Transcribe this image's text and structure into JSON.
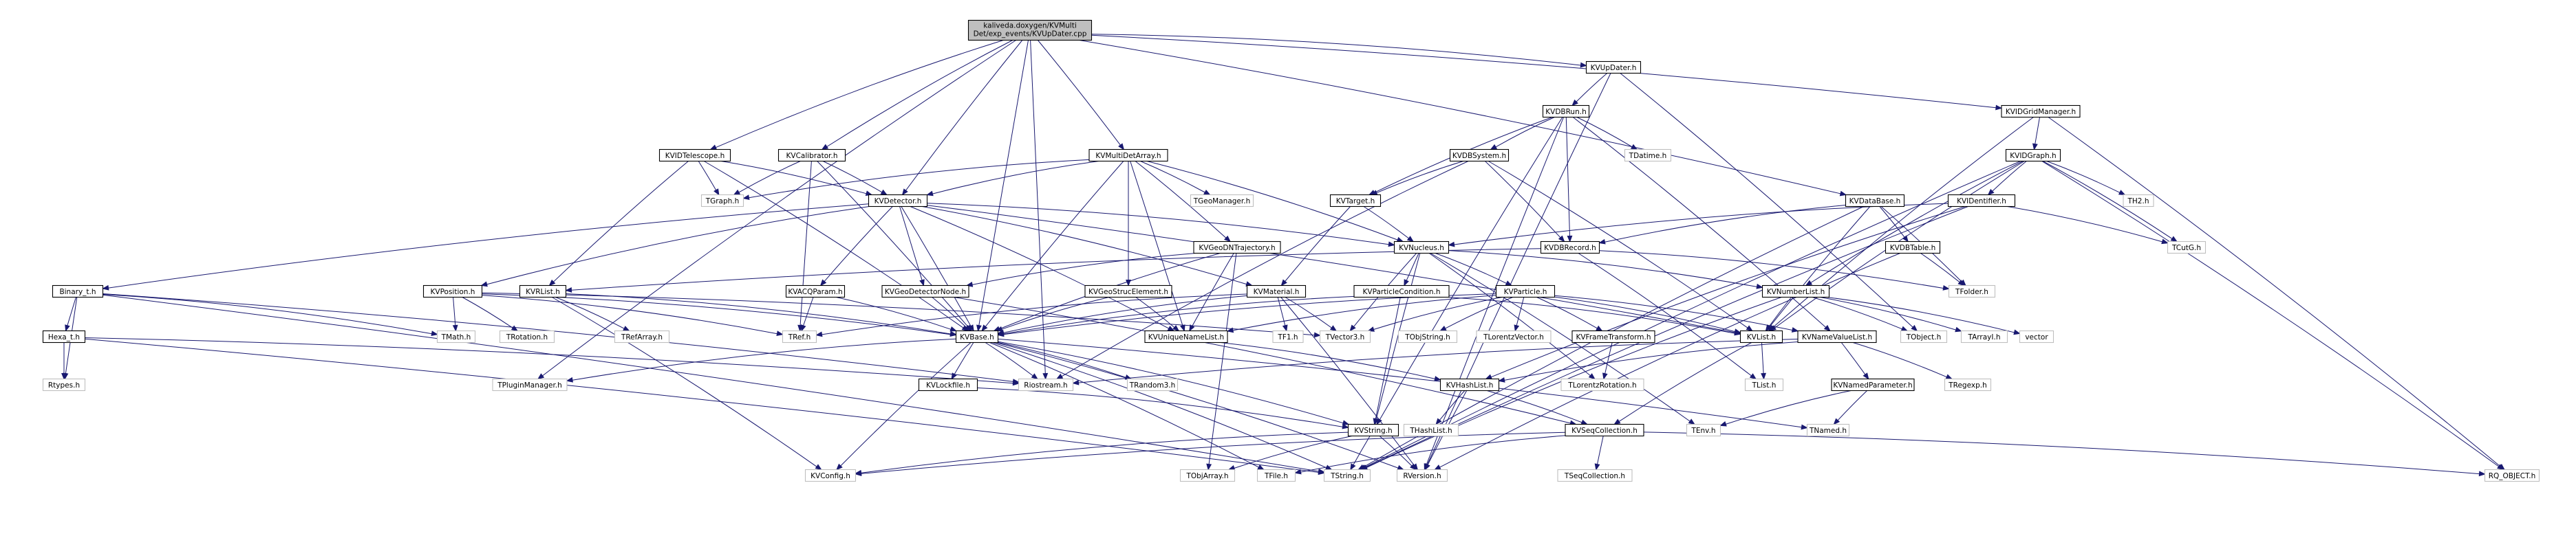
{
  "colors": {
    "edge": "#191970",
    "root_fill": "#bfbfbf",
    "external_border": "#bfbfbf",
    "local_border": "#000000"
  },
  "nodes": [
    {
      "id": "root",
      "kind": "root",
      "lines": [
        "kaliveda.doxygen/KVMulti",
        "Det/exp_events/KVUpDater.cpp"
      ]
    },
    {
      "id": "KVUpDater",
      "kind": "local",
      "lines": [
        "KVUpDater.h"
      ]
    },
    {
      "id": "KVIDGridManager",
      "kind": "local",
      "lines": [
        "KVIDGridManager.h"
      ]
    },
    {
      "id": "KVDBRun",
      "kind": "local",
      "lines": [
        "KVDBRun.h"
      ]
    },
    {
      "id": "KVIDGraph",
      "kind": "local",
      "lines": [
        "KVIDGraph.h"
      ]
    },
    {
      "id": "KVIDTelescope",
      "kind": "local",
      "lines": [
        "KVIDTelescope.h"
      ]
    },
    {
      "id": "KVCalibrator",
      "kind": "local",
      "lines": [
        "KVCalibrator.h"
      ]
    },
    {
      "id": "KVMultiDetArray",
      "kind": "local",
      "lines": [
        "KVMultiDetArray.h"
      ]
    },
    {
      "id": "KVDBSystem",
      "kind": "local",
      "lines": [
        "KVDBSystem.h"
      ]
    },
    {
      "id": "TDatime",
      "kind": "ext",
      "lines": [
        "TDatime.h"
      ]
    },
    {
      "id": "TGraph",
      "kind": "ext",
      "lines": [
        "TGraph.h"
      ]
    },
    {
      "id": "KVDetector",
      "kind": "local",
      "lines": [
        "KVDetector.h"
      ]
    },
    {
      "id": "TGeoManager",
      "kind": "ext",
      "lines": [
        "TGeoManager.h"
      ]
    },
    {
      "id": "KVTarget",
      "kind": "local",
      "lines": [
        "KVTarget.h"
      ]
    },
    {
      "id": "KVDataBase",
      "kind": "local",
      "lines": [
        "KVDataBase.h"
      ]
    },
    {
      "id": "KVIDentifier",
      "kind": "local",
      "lines": [
        "KVIDentifier.h"
      ]
    },
    {
      "id": "TH2",
      "kind": "ext",
      "lines": [
        "TH2.h"
      ]
    },
    {
      "id": "KVNucleus",
      "kind": "local",
      "lines": [
        "KVNucleus.h"
      ]
    },
    {
      "id": "KVGeoDNTrajectory",
      "kind": "local",
      "lines": [
        "KVGeoDNTrajectory.h"
      ]
    },
    {
      "id": "KVDBTable",
      "kind": "local",
      "lines": [
        "KVDBTable.h"
      ]
    },
    {
      "id": "KVDBRecord",
      "kind": "local",
      "lines": [
        "KVDBRecord.h"
      ]
    },
    {
      "id": "TCutG",
      "kind": "ext",
      "lines": [
        "TCutG.h"
      ]
    },
    {
      "id": "Binary_t",
      "kind": "local",
      "lines": [
        "Binary_t.h"
      ]
    },
    {
      "id": "KVPosition",
      "kind": "local",
      "lines": [
        "KVPosition.h"
      ]
    },
    {
      "id": "KVRList",
      "kind": "local",
      "lines": [
        "KVRList.h"
      ]
    },
    {
      "id": "KVACQParam",
      "kind": "local",
      "lines": [
        "KVACQParam.h"
      ]
    },
    {
      "id": "KVGeoDetectorNode",
      "kind": "local",
      "lines": [
        "KVGeoDetectorNode.h"
      ]
    },
    {
      "id": "KVGeoStrucElement",
      "kind": "local",
      "lines": [
        "KVGeoStrucElement.h"
      ]
    },
    {
      "id": "KVMaterial",
      "kind": "local",
      "lines": [
        "KVMaterial.h"
      ]
    },
    {
      "id": "KVParticleCondition",
      "kind": "local",
      "lines": [
        "KVParticleCondition.h"
      ]
    },
    {
      "id": "KVParticle",
      "kind": "local",
      "lines": [
        "KVParticle.h"
      ]
    },
    {
      "id": "TFolder",
      "kind": "ext",
      "lines": [
        "TFolder.h"
      ]
    },
    {
      "id": "KVNumberList",
      "kind": "local",
      "lines": [
        "KVNumberList.h"
      ]
    },
    {
      "id": "Hexa_t",
      "kind": "local",
      "lines": [
        "Hexa_t.h"
      ]
    },
    {
      "id": "TMath",
      "kind": "ext",
      "lines": [
        "TMath.h"
      ]
    },
    {
      "id": "TRotation",
      "kind": "ext",
      "lines": [
        "TRotation.h"
      ]
    },
    {
      "id": "TRefArray",
      "kind": "ext",
      "lines": [
        "TRefArray.h"
      ]
    },
    {
      "id": "KVBase",
      "kind": "local",
      "lines": [
        "KVBase.h"
      ]
    },
    {
      "id": "TRef",
      "kind": "ext",
      "lines": [
        "TRef.h"
      ]
    },
    {
      "id": "KVUniqueNameList",
      "kind": "local",
      "lines": [
        "KVUniqueNameList.h"
      ]
    },
    {
      "id": "TF1",
      "kind": "ext",
      "lines": [
        "TF1.h"
      ]
    },
    {
      "id": "TVector3",
      "kind": "ext",
      "lines": [
        "TVector3.h"
      ]
    },
    {
      "id": "TObjString",
      "kind": "ext",
      "lines": [
        "TObjString.h"
      ]
    },
    {
      "id": "TLorentzVector",
      "kind": "ext",
      "lines": [
        "TLorentzVector.h"
      ]
    },
    {
      "id": "KVFrameTransform",
      "kind": "local",
      "lines": [
        "KVFrameTransform.h"
      ]
    },
    {
      "id": "KVList",
      "kind": "local",
      "lines": [
        "KVList.h"
      ]
    },
    {
      "id": "KVNameValueList",
      "kind": "local",
      "lines": [
        "KVNameValueList.h"
      ]
    },
    {
      "id": "TObject",
      "kind": "ext",
      "lines": [
        "TObject.h"
      ]
    },
    {
      "id": "TArrayI",
      "kind": "ext",
      "lines": [
        "TArrayI.h"
      ]
    },
    {
      "id": "vector",
      "kind": "ext",
      "lines": [
        "vector"
      ]
    },
    {
      "id": "Rtypes",
      "kind": "ext",
      "lines": [
        "Rtypes.h"
      ]
    },
    {
      "id": "TPluginManager",
      "kind": "ext",
      "lines": [
        "TPluginManager.h"
      ]
    },
    {
      "id": "KVLockfile",
      "kind": "local",
      "lines": [
        "KVLockfile.h"
      ]
    },
    {
      "id": "Riostream",
      "kind": "ext",
      "lines": [
        "Riostream.h"
      ]
    },
    {
      "id": "TRandom3",
      "kind": "ext",
      "lines": [
        "TRandom3.h"
      ]
    },
    {
      "id": "KVHashList",
      "kind": "local",
      "lines": [
        "KVHashList.h"
      ]
    },
    {
      "id": "TLorentzRotation",
      "kind": "ext",
      "lines": [
        "TLorentzRotation.h"
      ]
    },
    {
      "id": "TList",
      "kind": "ext",
      "lines": [
        "TList.h"
      ]
    },
    {
      "id": "KVNamedParameter",
      "kind": "local",
      "lines": [
        "KVNamedParameter.h"
      ]
    },
    {
      "id": "TRegexp",
      "kind": "ext",
      "lines": [
        "TRegexp.h"
      ]
    },
    {
      "id": "KVString",
      "kind": "local",
      "lines": [
        "KVString.h"
      ]
    },
    {
      "id": "THashList",
      "kind": "ext",
      "lines": [
        "THashList.h"
      ]
    },
    {
      "id": "KVSeqCollection",
      "kind": "local",
      "lines": [
        "KVSeqCollection.h"
      ]
    },
    {
      "id": "TEnv",
      "kind": "ext",
      "lines": [
        "TEnv.h"
      ]
    },
    {
      "id": "TNamed",
      "kind": "ext",
      "lines": [
        "TNamed.h"
      ]
    },
    {
      "id": "KVConfig",
      "kind": "ext",
      "lines": [
        "KVConfig.h"
      ]
    },
    {
      "id": "TObjArray",
      "kind": "ext",
      "lines": [
        "TObjArray.h"
      ]
    },
    {
      "id": "TFile",
      "kind": "ext",
      "lines": [
        "TFile.h"
      ]
    },
    {
      "id": "TString",
      "kind": "ext",
      "lines": [
        "TString.h"
      ]
    },
    {
      "id": "RVersion",
      "kind": "ext",
      "lines": [
        "RVersion.h"
      ]
    },
    {
      "id": "TSeqCollection",
      "kind": "ext",
      "lines": [
        "TSeqCollection.h"
      ]
    },
    {
      "id": "RQ_OBJECT",
      "kind": "ext",
      "lines": [
        "RQ_OBJECT.h"
      ]
    }
  ],
  "edges": [
    [
      "root",
      "KVUpDater"
    ],
    [
      "root",
      "KVIDGridManager"
    ],
    [
      "root",
      "KVIDTelescope"
    ],
    [
      "root",
      "KVCalibrator"
    ],
    [
      "root",
      "KVMultiDetArray"
    ],
    [
      "root",
      "KVDetector"
    ],
    [
      "root",
      "KVDataBase"
    ],
    [
      "root",
      "KVBase"
    ],
    [
      "root",
      "TPluginManager"
    ],
    [
      "root",
      "Riostream"
    ],
    [
      "KVUpDater",
      "KVDBRun"
    ],
    [
      "KVUpDater",
      "TObject"
    ],
    [
      "KVUpDater",
      "RVersion"
    ],
    [
      "KVDBRun",
      "KVDBSystem"
    ],
    [
      "KVDBRun",
      "TDatime"
    ],
    [
      "KVDBRun",
      "KVDBRecord"
    ],
    [
      "KVDBRun",
      "KVTarget"
    ],
    [
      "KVDBRun",
      "KVNameValueList"
    ],
    [
      "KVDBRun",
      "KVString"
    ],
    [
      "KVDBRun",
      "RVersion"
    ],
    [
      "KVIDGridManager",
      "KVIDGraph"
    ],
    [
      "KVIDGridManager",
      "KVList"
    ],
    [
      "KVIDGridManager",
      "RQ_OBJECT"
    ],
    [
      "KVIDGraph",
      "KVIDentifier"
    ],
    [
      "KVIDGraph",
      "TH2"
    ],
    [
      "KVIDGraph",
      "TCutG"
    ],
    [
      "KVIDGraph",
      "KVNumberList"
    ],
    [
      "KVIDGraph",
      "KVList"
    ],
    [
      "KVIDGraph",
      "TString"
    ],
    [
      "KVIDGraph",
      "RQ_OBJECT"
    ],
    [
      "KVIDTelescope",
      "TGraph"
    ],
    [
      "KVIDTelescope",
      "KVDetector"
    ],
    [
      "KVIDTelescope",
      "KVRList"
    ],
    [
      "KVIDTelescope",
      "KVBase"
    ],
    [
      "KVCalibrator",
      "TGraph"
    ],
    [
      "KVCalibrator",
      "KVDetector"
    ],
    [
      "KVCalibrator",
      "KVBase"
    ],
    [
      "KVCalibrator",
      "TRef"
    ],
    [
      "KVMultiDetArray",
      "TGraph"
    ],
    [
      "KVMultiDetArray",
      "KVDetector"
    ],
    [
      "KVMultiDetArray",
      "TGeoManager"
    ],
    [
      "KVMultiDetArray",
      "KVGeoDNTrajectory"
    ],
    [
      "KVMultiDetArray",
      "KVGeoStrucElement"
    ],
    [
      "KVMultiDetArray",
      "KVNucleus"
    ],
    [
      "KVMultiDetArray",
      "KVUniqueNameList"
    ],
    [
      "KVMultiDetArray",
      "KVBase"
    ],
    [
      "KVDBSystem",
      "KVTarget"
    ],
    [
      "KVDBSystem",
      "KVDBRecord"
    ],
    [
      "KVDBSystem",
      "KVList"
    ],
    [
      "KVDBSystem",
      "Riostream"
    ],
    [
      "KVDetector",
      "Binary_t"
    ],
    [
      "KVDetector",
      "KVPosition"
    ],
    [
      "KVDetector",
      "KVACQParam"
    ],
    [
      "KVDetector",
      "KVGeoDetectorNode"
    ],
    [
      "KVDetector",
      "KVMaterial"
    ],
    [
      "KVDetector",
      "KVNucleus"
    ],
    [
      "KVDetector",
      "KVList"
    ],
    [
      "KVDetector",
      "KVUniqueNameList"
    ],
    [
      "KVDetector",
      "KVBase"
    ],
    [
      "KVTarget",
      "KVNucleus"
    ],
    [
      "KVTarget",
      "KVMaterial"
    ],
    [
      "KVDataBase",
      "KVDBRecord"
    ],
    [
      "KVDataBase",
      "KVDBTable"
    ],
    [
      "KVDataBase",
      "TFolder"
    ],
    [
      "KVDataBase",
      "KVList"
    ],
    [
      "KVDataBase",
      "TString"
    ],
    [
      "KVIDentifier",
      "KVNucleus"
    ],
    [
      "KVIDentifier",
      "TCutG"
    ],
    [
      "KVIDentifier",
      "KVHashList"
    ],
    [
      "KVIDentifier",
      "TString"
    ],
    [
      "KVNucleus",
      "KVParticle"
    ],
    [
      "KVNucleus",
      "KVNumberList"
    ],
    [
      "KVNucleus",
      "KVParticleCondition"
    ],
    [
      "KVNucleus",
      "TVector3"
    ],
    [
      "KVNucleus",
      "TLorentzRotation"
    ],
    [
      "KVNucleus",
      "TEnv"
    ],
    [
      "KVNucleus",
      "KVString"
    ],
    [
      "KVGeoDNTrajectory",
      "KVGeoDetectorNode"
    ],
    [
      "KVGeoDNTrajectory",
      "KVBase"
    ],
    [
      "KVGeoDNTrajectory",
      "KVUniqueNameList"
    ],
    [
      "KVGeoDNTrajectory",
      "TObjArray"
    ],
    [
      "KVDBTable",
      "TFolder"
    ],
    [
      "KVDBTable",
      "RVersion"
    ],
    [
      "KVDBRecord",
      "KVRList"
    ],
    [
      "KVDBRecord",
      "TFolder"
    ],
    [
      "KVDBRecord",
      "TList"
    ],
    [
      "Binary_t",
      "Hexa_t"
    ],
    [
      "Binary_t",
      "TMath"
    ],
    [
      "Binary_t",
      "Rtypes"
    ],
    [
      "Binary_t",
      "Riostream"
    ],
    [
      "Binary_t",
      "TString"
    ],
    [
      "KVPosition",
      "KVBase"
    ],
    [
      "KVPosition",
      "TVector3"
    ],
    [
      "KVPosition",
      "TRotation"
    ],
    [
      "KVPosition",
      "TMath"
    ],
    [
      "KVPosition",
      "TRef"
    ],
    [
      "KVRList",
      "TRefArray"
    ],
    [
      "KVRList",
      "KVBase"
    ],
    [
      "KVRList",
      "KVConfig"
    ],
    [
      "KVACQParam",
      "KVBase"
    ],
    [
      "KVACQParam",
      "TRef"
    ],
    [
      "KVGeoDetectorNode",
      "KVBase"
    ],
    [
      "KVGeoDetectorNode",
      "KVSeqCollection"
    ],
    [
      "KVGeoStrucElement",
      "KVBase"
    ],
    [
      "KVGeoStrucElement",
      "KVUniqueNameList"
    ],
    [
      "KVMaterial",
      "KVBase"
    ],
    [
      "KVMaterial",
      "TVector3"
    ],
    [
      "KVMaterial",
      "TF1"
    ],
    [
      "KVMaterial",
      "RVersion"
    ],
    [
      "KVMaterial",
      "TRef"
    ],
    [
      "KVParticleCondition",
      "KVBase"
    ],
    [
      "KVParticleCondition",
      "KVString"
    ],
    [
      "KVParticleCondition",
      "KVList"
    ],
    [
      "KVParticle",
      "KVBase"
    ],
    [
      "KVParticle",
      "TVector3"
    ],
    [
      "KVParticle",
      "TObjString"
    ],
    [
      "KVParticle",
      "TLorentzVector"
    ],
    [
      "KVParticle",
      "KVFrameTransform"
    ],
    [
      "KVParticle",
      "KVList"
    ],
    [
      "KVParticle",
      "KVNameValueList"
    ],
    [
      "KVParticle",
      "KVUniqueNameList"
    ],
    [
      "KVNumberList",
      "TObject"
    ],
    [
      "KVNumberList",
      "TArrayI"
    ],
    [
      "KVNumberList",
      "vector"
    ],
    [
      "KVNumberList",
      "TString"
    ],
    [
      "KVNumberList",
      "KVList"
    ],
    [
      "Hexa_t",
      "Rtypes"
    ],
    [
      "Hexa_t",
      "Riostream"
    ],
    [
      "Hexa_t",
      "TString"
    ],
    [
      "KVBase",
      "TPluginManager"
    ],
    [
      "KVBase",
      "KVLockfile"
    ],
    [
      "KVBase",
      "Riostream"
    ],
    [
      "KVBase",
      "TRandom3"
    ],
    [
      "KVBase",
      "KVString"
    ],
    [
      "KVBase",
      "TNamed"
    ],
    [
      "KVBase",
      "KVConfig"
    ],
    [
      "KVBase",
      "TFile"
    ],
    [
      "KVBase",
      "TString"
    ],
    [
      "KVBase",
      "RVersion"
    ],
    [
      "KVUniqueNameList",
      "KVHashList"
    ],
    [
      "KVFrameTransform",
      "TLorentzRotation"
    ],
    [
      "KVList",
      "KVSeqCollection"
    ],
    [
      "KVList",
      "TList"
    ],
    [
      "KVNameValueList",
      "KVHashList"
    ],
    [
      "KVNameValueList",
      "KVNamedParameter"
    ],
    [
      "KVNameValueList",
      "TRegexp"
    ],
    [
      "KVNameValueList",
      "Riostream"
    ],
    [
      "KVLockfile",
      "KVString"
    ],
    [
      "KVHashList",
      "KVSeqCollection"
    ],
    [
      "KVHashList",
      "THashList"
    ],
    [
      "KVHashList",
      "RVersion"
    ],
    [
      "KVNamedParameter",
      "TEnv"
    ],
    [
      "KVNamedParameter",
      "TNamed"
    ],
    [
      "KVString",
      "TObjArray"
    ],
    [
      "KVString",
      "TString"
    ],
    [
      "KVString",
      "RVersion"
    ],
    [
      "KVString",
      "KVConfig"
    ],
    [
      "KVSeqCollection",
      "TSeqCollection"
    ],
    [
      "KVSeqCollection",
      "KVConfig"
    ],
    [
      "KVSeqCollection",
      "TFile"
    ],
    [
      "KVSeqCollection",
      "RQ_OBJECT"
    ]
  ]
}
